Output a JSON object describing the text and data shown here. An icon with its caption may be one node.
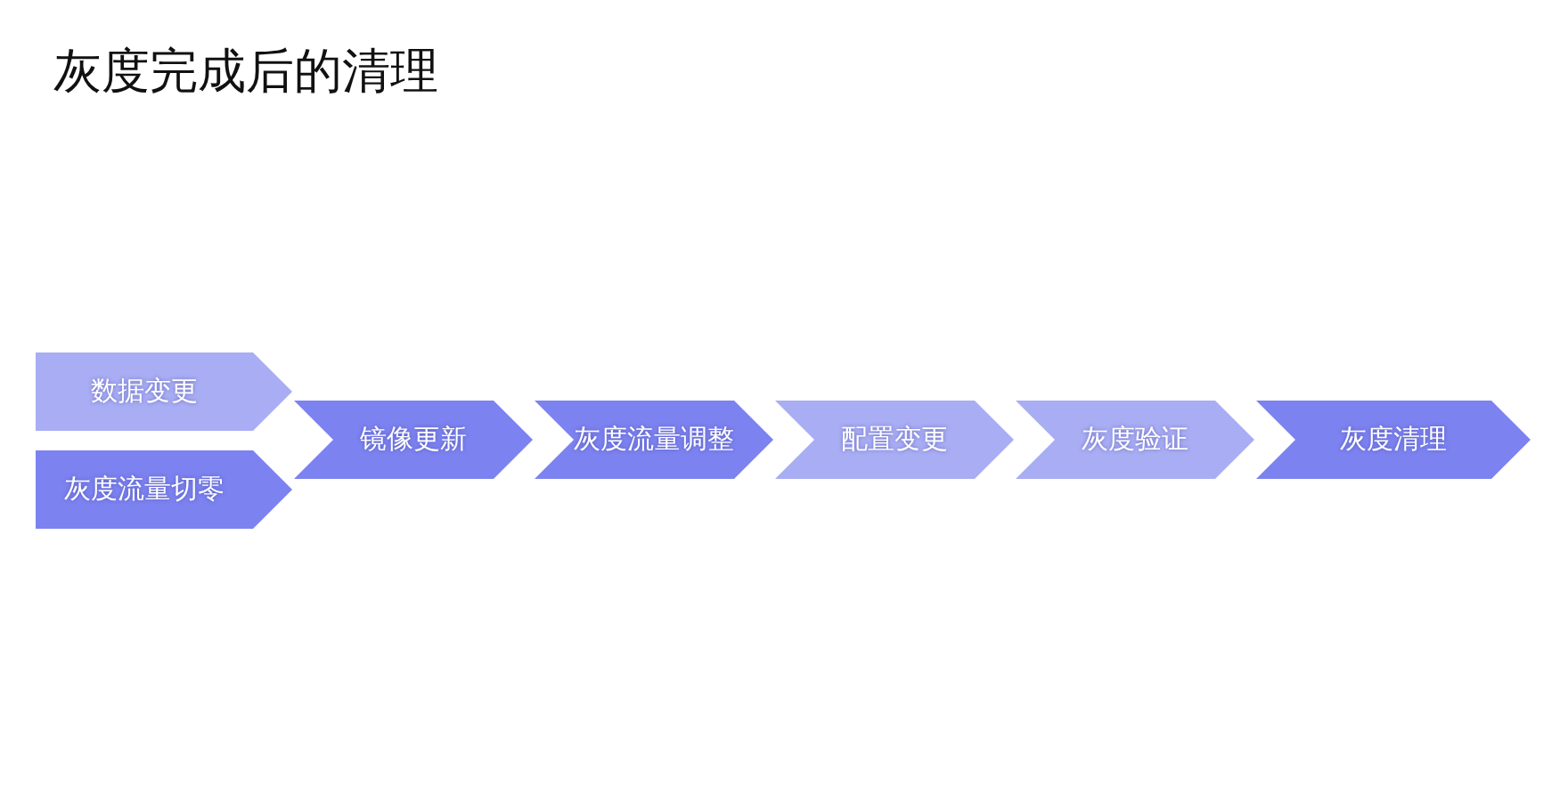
{
  "diagram": {
    "title": "灰度完成后的清理",
    "nodes": [
      {
        "text": [
          "数据变更"
        ]
      },
      {
        "text": [
          "灰度流量切零"
        ]
      },
      {
        "text": [
          "镜像更新"
        ]
      },
      {
        "text": [
          "灰度流量调整"
        ]
      },
      {
        "text": [
          "配置变更"
        ]
      },
      {
        "text": [
          "灰度验证"
        ]
      },
      {
        "text": [
          "灰度清理"
        ]
      }
    ]
  }
}
